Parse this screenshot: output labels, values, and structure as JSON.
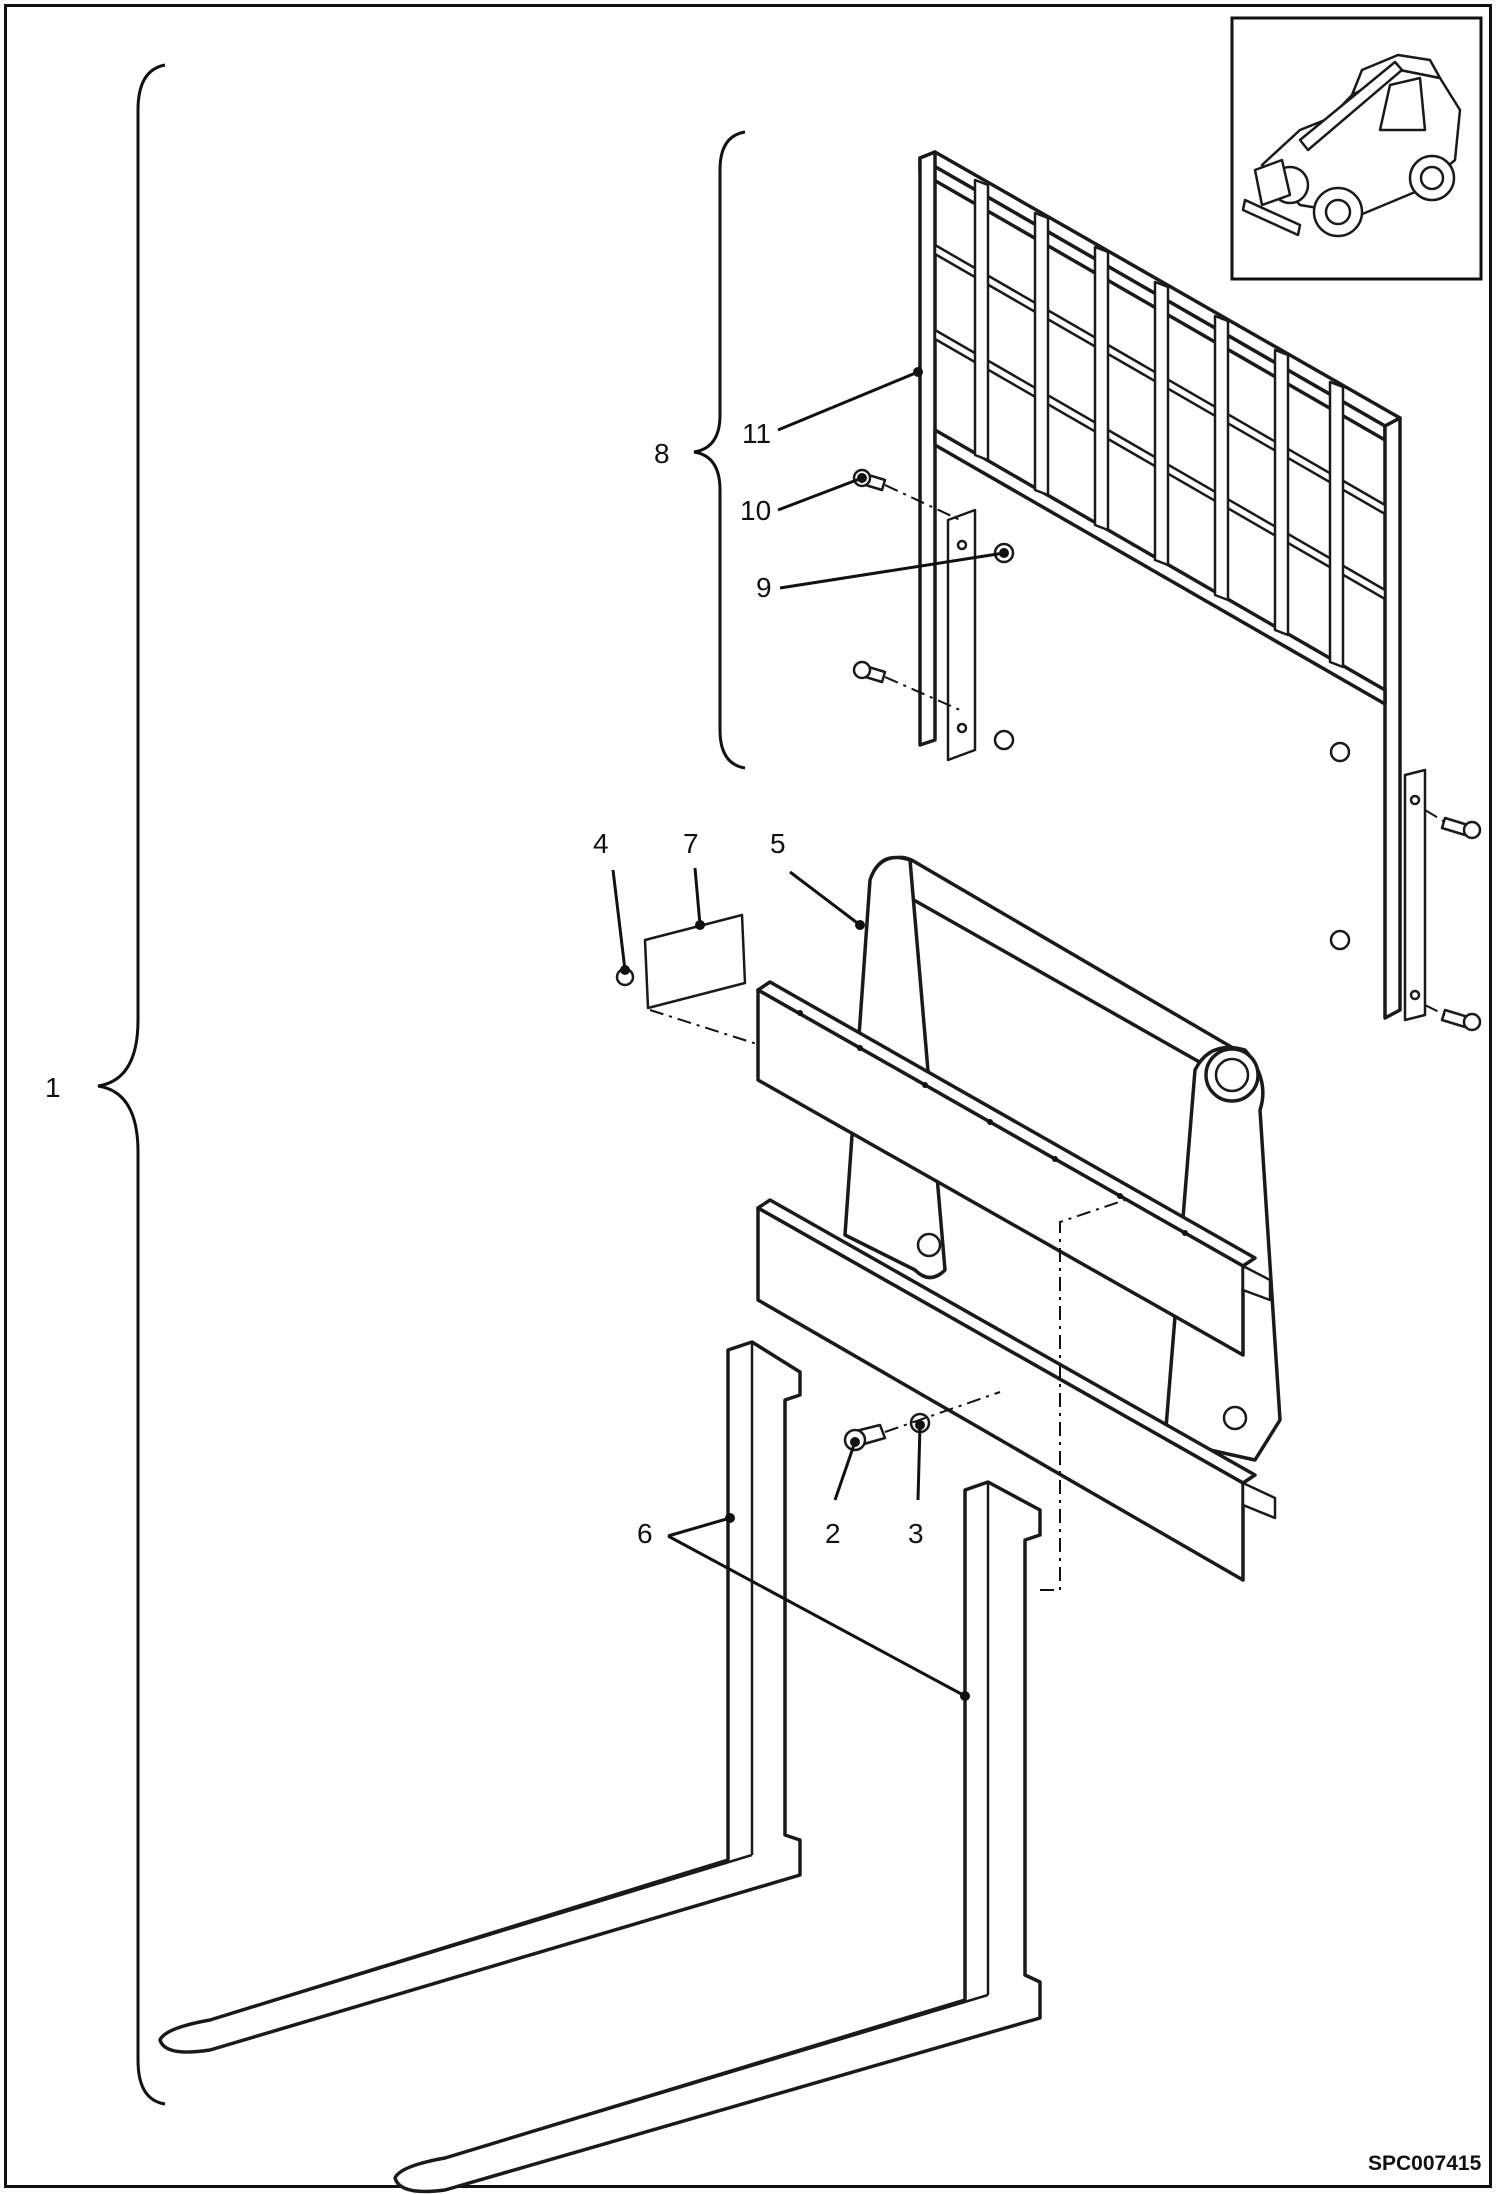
{
  "drawing": {
    "code": "SPC007415",
    "callouts": {
      "c1": "1",
      "c2": "2",
      "c3": "3",
      "c4": "4",
      "c5": "5",
      "c6": "6",
      "c7": "7",
      "c8": "8",
      "c9": "9",
      "c10": "10",
      "c11": "11"
    }
  },
  "icons": {
    "thumbnail": "telehandler-icon"
  }
}
